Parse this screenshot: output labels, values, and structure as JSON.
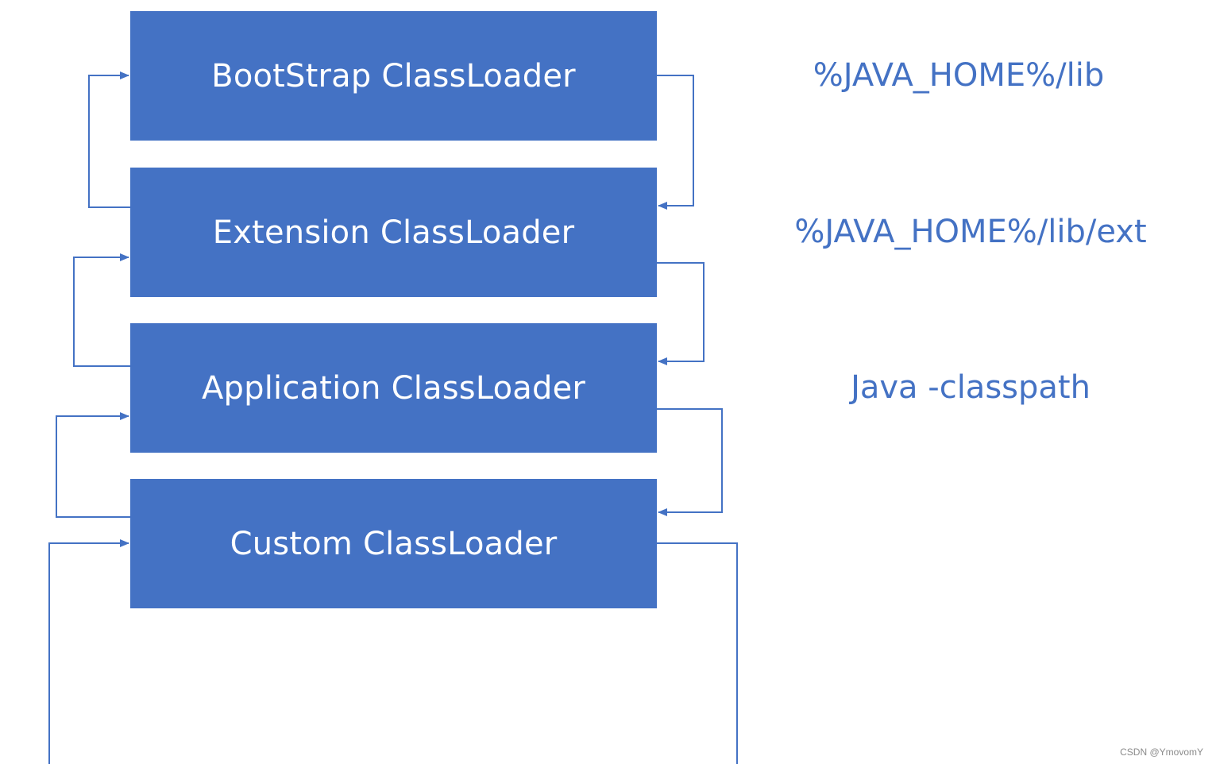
{
  "loaders": [
    {
      "label": "BootStrap ClassLoader",
      "path": "%JAVA_HOME%/lib"
    },
    {
      "label": "Extension ClassLoader",
      "path": "%JAVA_HOME%/lib/ext"
    },
    {
      "label": "Application ClassLoader",
      "path": "Java -classpath"
    },
    {
      "label": "Custom ClassLoader",
      "path": ""
    }
  ],
  "watermark": "CSDN @YmovomY",
  "colors": {
    "box_fill": "#4472c4",
    "box_text": "#ffffff",
    "path_text": "#4472c4",
    "connector": "#4472c4"
  }
}
